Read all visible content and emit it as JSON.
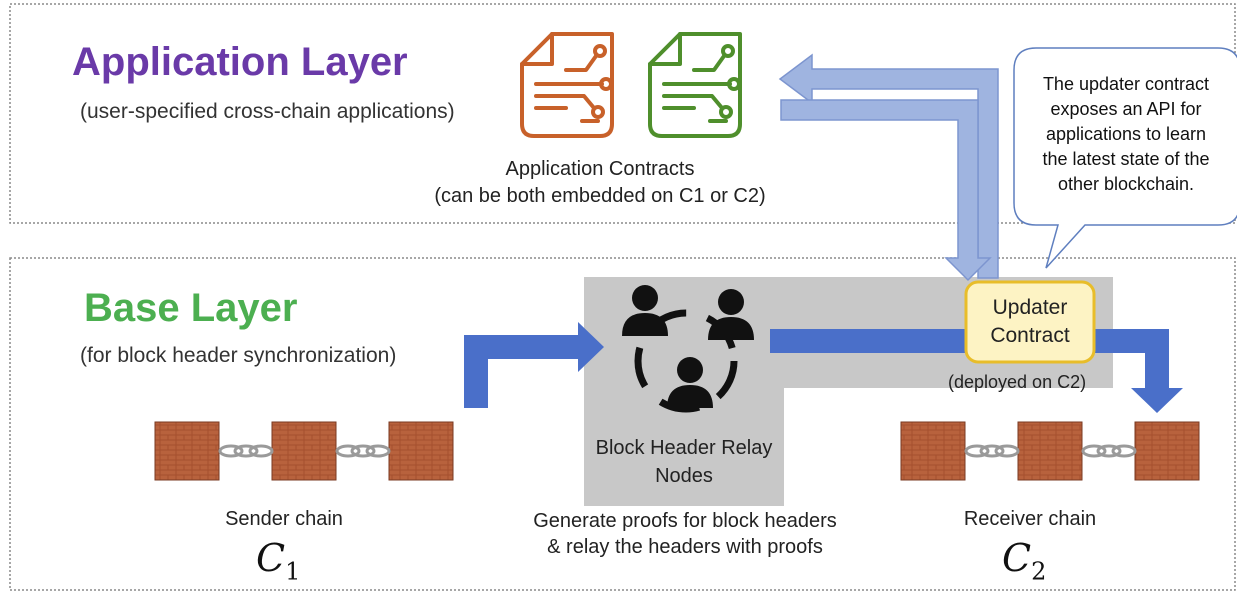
{
  "application_layer": {
    "title": "Application Layer",
    "subtitle": "(user-specified cross-chain applications)",
    "contracts_label_line1": "Application Contracts",
    "contracts_label_line2": "(can be both embedded on C1 or C2)"
  },
  "callout": {
    "lines": [
      "The updater contract",
      "exposes an API for",
      "applications to learn",
      "the latest state of the",
      "other blockchain."
    ]
  },
  "base_layer": {
    "title": "Base Layer",
    "subtitle": "(for block header synchronization)"
  },
  "relay": {
    "label_line1": "Block Header Relay",
    "label_line2": "Nodes",
    "desc_line1": "Generate proofs for block headers",
    "desc_line2": "& relay the headers with proofs"
  },
  "updater": {
    "label_line1": "Updater",
    "label_line2": "Contract",
    "note": "(deployed on C2)"
  },
  "sender": {
    "label": "Sender chain",
    "symbol": "C",
    "subscript": "1"
  },
  "receiver": {
    "label": "Receiver chain",
    "symbol": "C",
    "subscript": "2"
  },
  "colors": {
    "application_title": "#6a3aa8",
    "base_title": "#4caf50",
    "flow_arrow": "#4a6fc9",
    "api_arrow": "#9fb4e0",
    "relay_box": "#c8c8c8",
    "updater_box": "#fdf3c4",
    "updater_border": "#e8bd2a",
    "contract_orange": "#c8612a",
    "contract_green": "#4f8f2c",
    "brick": "#a5502f"
  }
}
